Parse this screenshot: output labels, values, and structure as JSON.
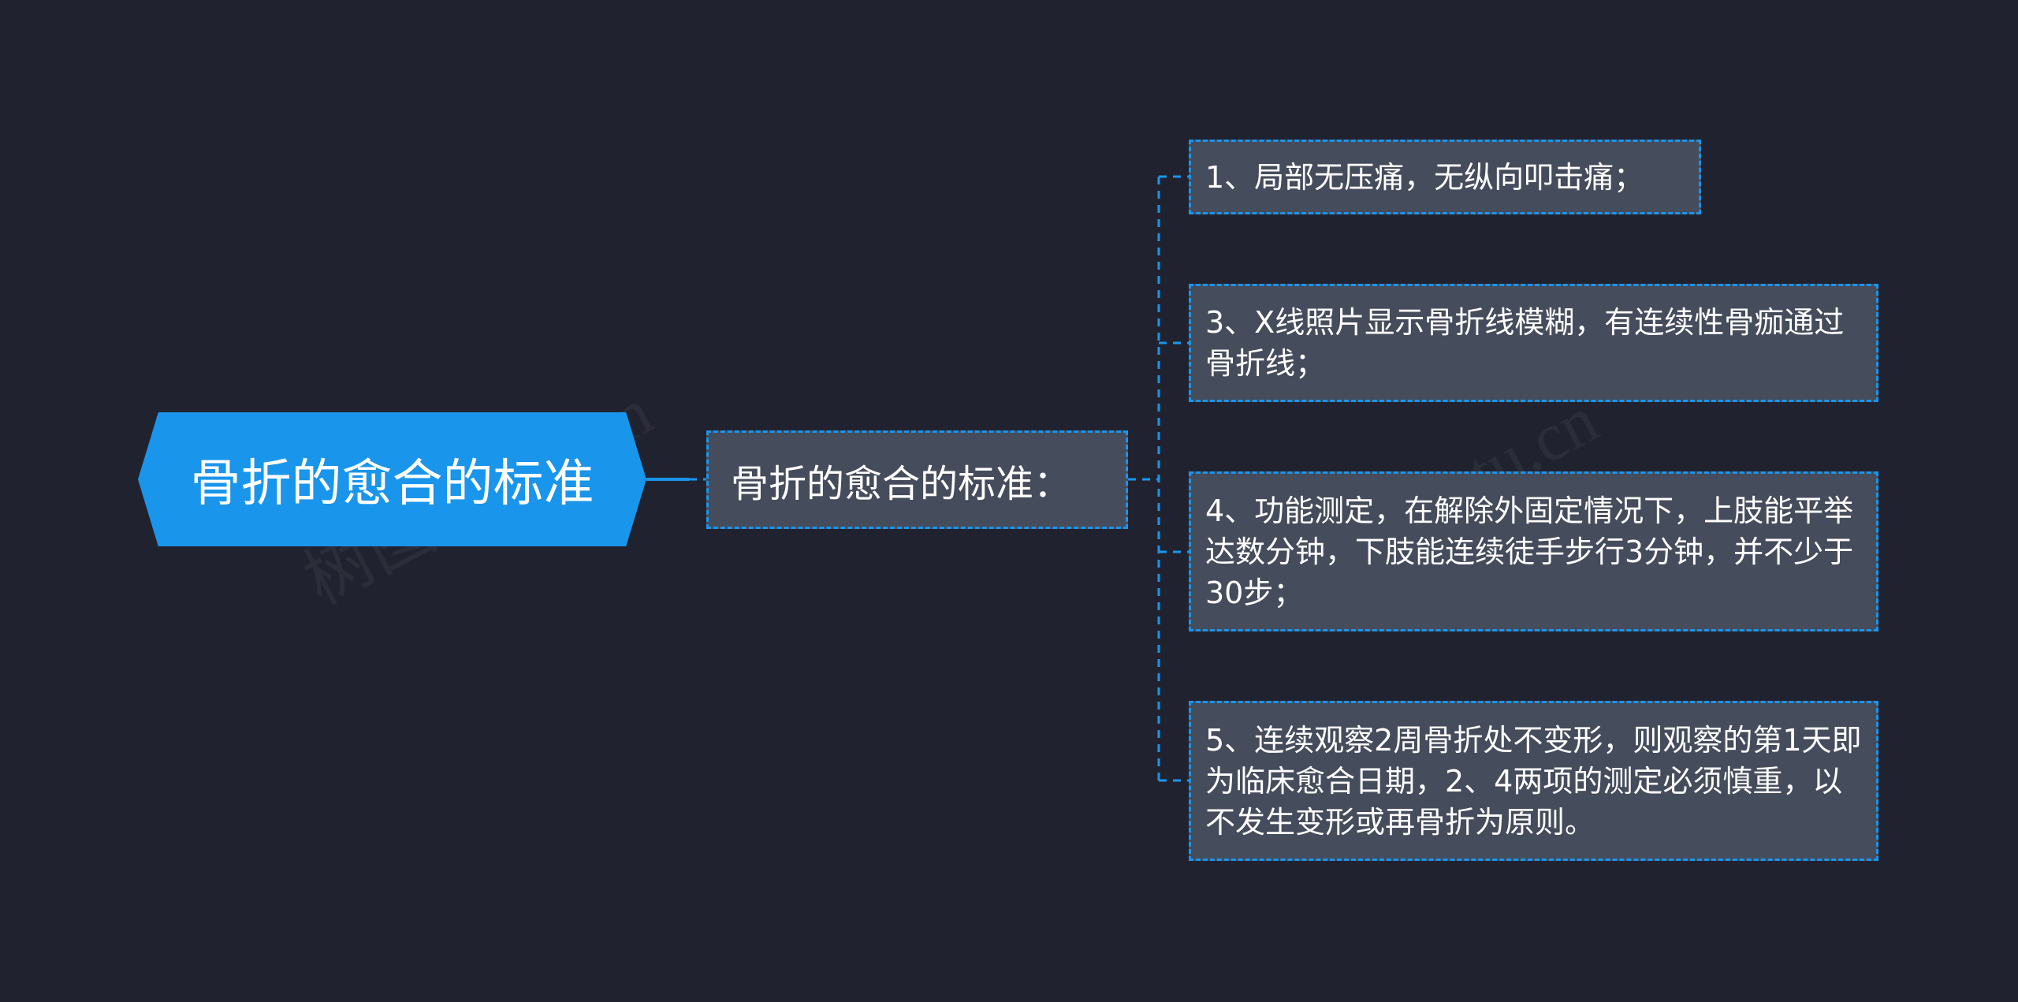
{
  "root": {
    "label": "骨折的愈合的标准"
  },
  "branch": {
    "label": "骨折的愈合的标准："
  },
  "leaves": [
    {
      "text": "1、局部无压痛，无纵向叩击痛；"
    },
    {
      "text": "3、X线照片显示骨折线模糊，有连续性骨痂通过骨折线；"
    },
    {
      "text": "4、功能测定，在解除外固定情况下，上肢能平举达数分钟，下肢能连续徒手步行3分钟，并不少于30步；"
    },
    {
      "text": "5、连续观察2周骨折处不变形，则观察的第1天即为临床愈合日期，2、4两项的测定必须慎重，以不发生变形或再骨折为原则。"
    }
  ],
  "watermark": {
    "text_1": "树图 shutu.cn",
    "text_2": "树图 shutu.cn"
  },
  "colors": {
    "background": "#20232f",
    "accent": "#1a95ec",
    "node_fill": "#454c5b",
    "text": "#ffffff"
  }
}
